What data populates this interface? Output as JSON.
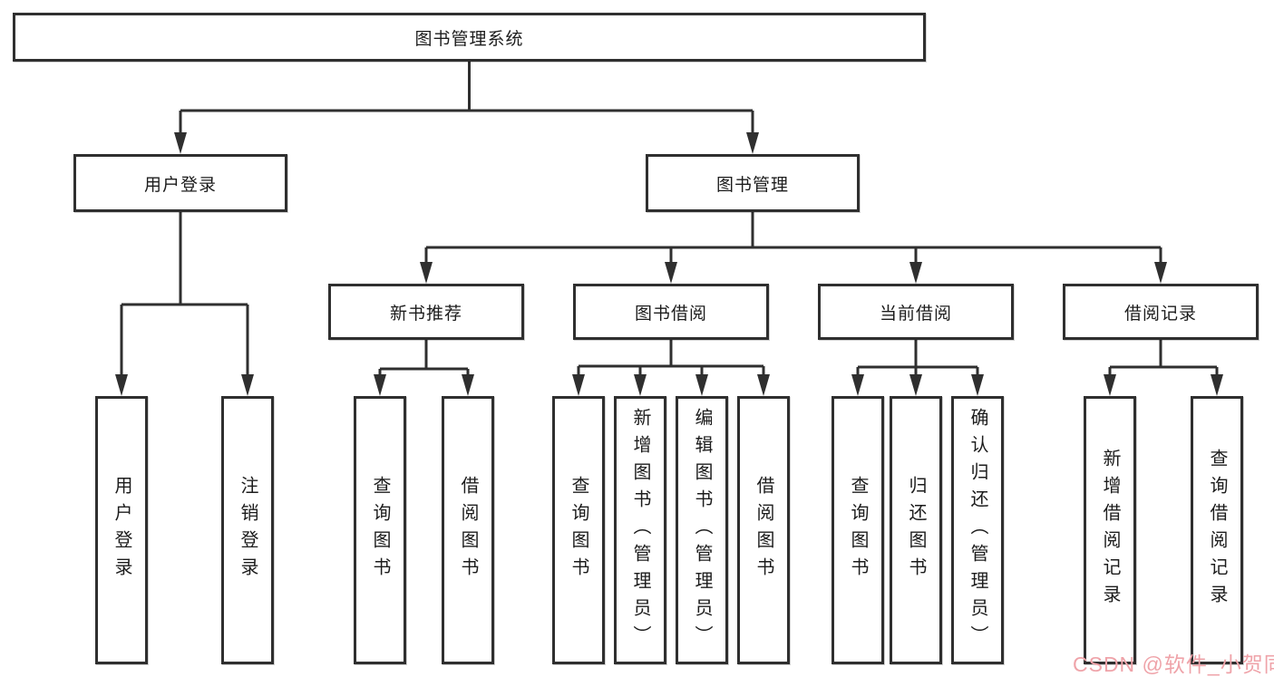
{
  "page": {
    "background": "#ffffff",
    "line_color": "#2f2f2f",
    "text_color": "#1c1c1c"
  },
  "tree": {
    "root": {
      "label": "图书管理系统"
    },
    "branches": [
      {
        "label": "用户登录",
        "children": [
          {
            "label": "用户登录"
          },
          {
            "label": "注销登录"
          }
        ]
      },
      {
        "label": "图书管理",
        "sections": [
          {
            "label": "新书推荐",
            "children": [
              {
                "label": "查询图书"
              },
              {
                "label": "借阅图书"
              }
            ]
          },
          {
            "label": "图书借阅",
            "children": [
              {
                "label": "查询图书"
              },
              {
                "label": "新增图书（管理员）"
              },
              {
                "label": "编辑图书（管理员）"
              },
              {
                "label": "借阅图书"
              }
            ]
          },
          {
            "label": "当前借阅",
            "children": [
              {
                "label": "查询图书"
              },
              {
                "label": "归还图书"
              },
              {
                "label": "确认归还（管理员）"
              }
            ]
          },
          {
            "label": "借阅记录",
            "children": [
              {
                "label": "新增借阅记录"
              },
              {
                "label": "查询借阅记录"
              }
            ]
          }
        ]
      }
    ]
  },
  "watermark": {
    "text": "CSDN @软件_小贺同学",
    "color": "#efa3a9"
  }
}
